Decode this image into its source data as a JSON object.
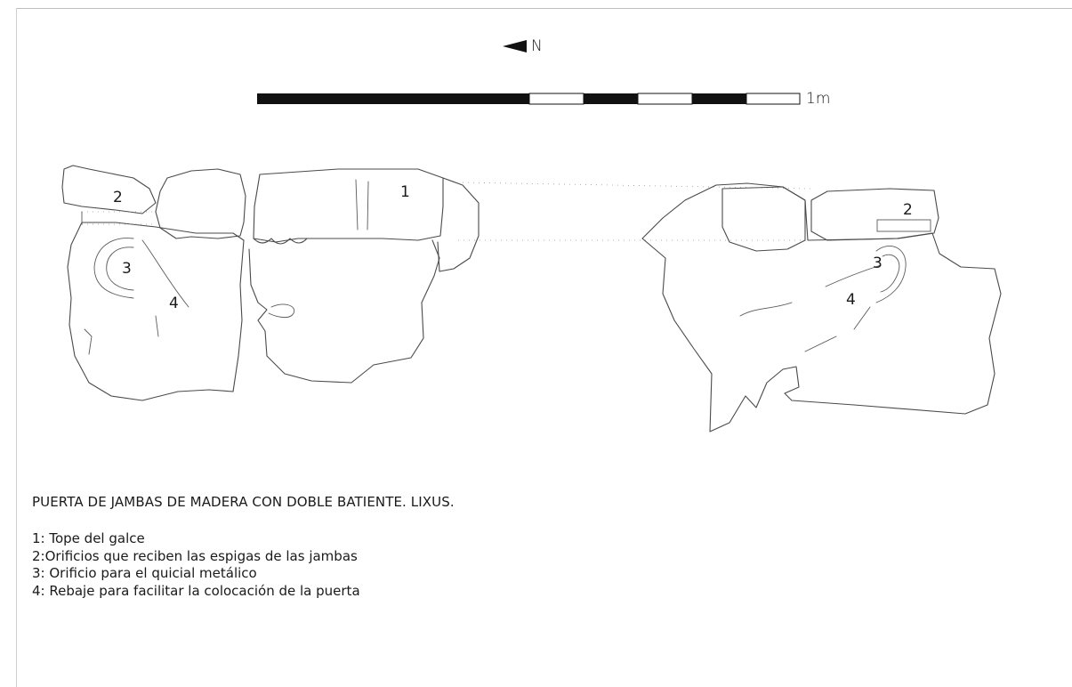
{
  "north": {
    "label": "N"
  },
  "scale_bar": {
    "label": "1m"
  },
  "markers": {
    "left": [
      "1",
      "2",
      "3",
      "4"
    ],
    "right": [
      "2",
      "3",
      "4"
    ]
  },
  "caption": {
    "title": "PUERTA DE JAMBAS DE MADERA CON DOBLE BATIENTE. LIXUS.",
    "legend": [
      "1: Tope del galce",
      "2:Orificios que reciben las espigas de las jambas",
      "3: Orificio para el quicial metálico",
      "4: Rebaje para facilitar la colocación de la puerta"
    ]
  }
}
